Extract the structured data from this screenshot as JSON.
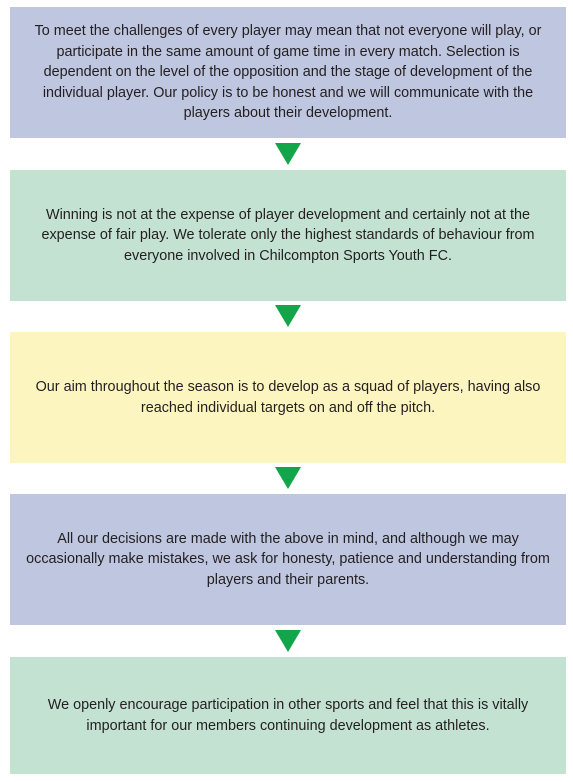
{
  "boxes": [
    {
      "text": "To meet the challenges of every player may mean that not everyone will play, or participate in the same amount of game time in every match. Selection is dependent on the level of the opposition and the stage of development of the individual player. Our policy is to be honest and we will communicate with the players about their development.",
      "color": "#bfc6e0"
    },
    {
      "text": "Winning is not at the expense of player development and certainly not at the expense of fair play. We tolerate only the highest standards of behaviour from everyone involved in Chilcompton Sports Youth FC.",
      "color": "#c3e2d1"
    },
    {
      "text": "Our aim throughout the season is to develop as a squad of players, having also reached individual targets on and off the pitch.",
      "color": "#fdf5c0"
    },
    {
      "text": "All our decisions are made with the above in mind, and although we may occasionally make mistakes, we ask for honesty, patience and understanding from players and their parents.",
      "color": "#bfc6e0"
    },
    {
      "text": "We openly encourage participation in other sports and feel that this is vitally important for our members continuing development as athletes.",
      "color": "#c3e2d1"
    }
  ],
  "arrow_color": "#12a54a",
  "arrow_icon": "down-triangle-arrow"
}
